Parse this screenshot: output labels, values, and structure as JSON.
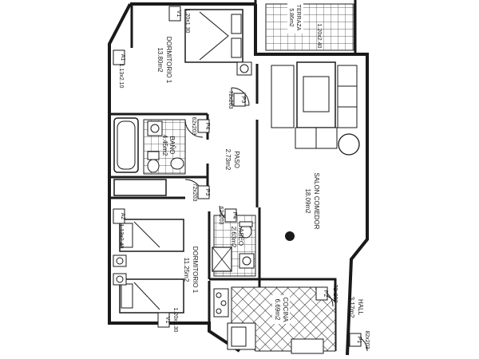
{
  "plan": {
    "rooms": [
      {
        "key": "dorm_top",
        "name": "DORMITORIO 1",
        "area": "13.80m2"
      },
      {
        "key": "dorm_bottom",
        "name": "DORMITORIO 1",
        "area": "11.25m2"
      },
      {
        "key": "bano",
        "name": "BAÑO",
        "area": "4.45m2"
      },
      {
        "key": "paso",
        "name": "PASO",
        "area": "2.73m2"
      },
      {
        "key": "aseo",
        "name": "ASEO",
        "area": "2.63m2"
      },
      {
        "key": "salon",
        "name": "SALON COMEDOR",
        "area": "18.09m2"
      },
      {
        "key": "cocina",
        "name": "COCINA",
        "area": "6.69m2"
      },
      {
        "key": "hall",
        "name": "HALL",
        "area": "3.17m2"
      },
      {
        "key": "terraza",
        "name": "TERRAZA",
        "area": "5.86m2"
      }
    ],
    "windows": [
      {
        "tag": "A1",
        "size": "1.13x2.10"
      },
      {
        "tag": "V1",
        "size": "1.20x1.30"
      },
      {
        "tag": "A2",
        "size": "1.13x2.40"
      },
      {
        "tag": "V1",
        "size": "1.20x1.30"
      }
    ],
    "doors": [
      {
        "tag": "P3",
        "size": "72x203"
      },
      {
        "tag": "P4",
        "size": "62x203"
      },
      {
        "tag": "P3",
        "size": "72x203"
      },
      {
        "tag": "P4",
        "size": "62x203"
      },
      {
        "tag": "P2",
        "size": "72x203"
      },
      {
        "tag": "P1",
        "size": "82x203"
      }
    ],
    "other": {
      "size": "1.20x2.40"
    }
  }
}
